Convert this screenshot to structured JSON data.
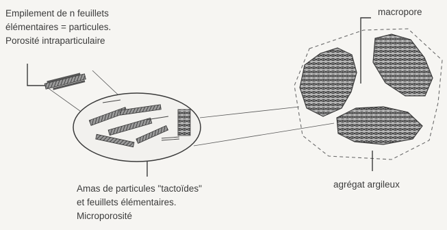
{
  "labels": {
    "stack": {
      "line1": "Empilement de n feuillets",
      "line2": "élémentaires = particules.",
      "line3": "Porosité intraparticulaire"
    },
    "cluster": {
      "line1": "Amas de particules \"tactoïdes\"",
      "line2": "et feuillets élémentaires.",
      "line3": "Microporosité"
    },
    "macropore": "macropore",
    "aggregate": "agrégat argileux"
  },
  "colors": {
    "background": "#f6f5f2",
    "ink": "#3a3a3a",
    "dashed": "#6a6a6a"
  }
}
